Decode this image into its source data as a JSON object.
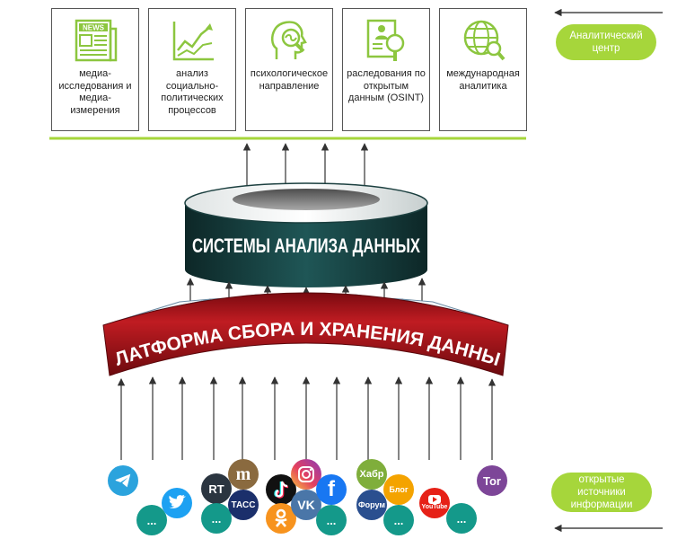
{
  "header": {
    "analytics_center": "Аналитический центр"
  },
  "cards": [
    {
      "label": "медиа-исследования и медиа-измерения",
      "icon": "newspaper-icon",
      "badge": "NEWS"
    },
    {
      "label": "анализ социально-политических процессов",
      "icon": "growth-chart-icon"
    },
    {
      "label": "психологическое направление",
      "icon": "head-magnifier-icon"
    },
    {
      "label": "раследования по открытым данным (OSINT)",
      "icon": "document-search-icon"
    },
    {
      "label": "международная аналитика",
      "icon": "globe-search-icon"
    }
  ],
  "systems": {
    "title": "СИСТЕМЫ АНАЛИЗА ДАННЫХ"
  },
  "platform": {
    "title": "ПЛАТФОРМА СБОРА И ХРАНЕНИЯ ДАННЫХ"
  },
  "footer": {
    "open_sources": "открытые источники информации"
  },
  "sources": [
    {
      "name": "telegram",
      "icon": "telegram-icon"
    },
    {
      "name": "ellipsis",
      "text": "...",
      "icon": "ellipsis-icon"
    },
    {
      "name": "twitter",
      "icon": "twitter-icon"
    },
    {
      "name": "rt",
      "text": "RT",
      "icon": "rt-icon"
    },
    {
      "name": "ellipsis",
      "text": "...",
      "icon": "ellipsis-icon"
    },
    {
      "name": "meduza",
      "text": "m",
      "icon": "meduza-icon"
    },
    {
      "name": "tass",
      "text": "ТАСС",
      "icon": "tass-icon"
    },
    {
      "name": "tiktok",
      "icon": "tiktok-icon"
    },
    {
      "name": "odnoklassniki",
      "icon": "odnoklassniki-icon"
    },
    {
      "name": "instagram",
      "icon": "instagram-icon"
    },
    {
      "name": "vk",
      "text": "VK",
      "icon": "vk-icon"
    },
    {
      "name": "facebook",
      "text": "f",
      "icon": "facebook-icon"
    },
    {
      "name": "ellipsis",
      "text": "...",
      "icon": "ellipsis-icon"
    },
    {
      "name": "habr",
      "text": "Хабр",
      "icon": "habr-icon"
    },
    {
      "name": "forum",
      "text": "Форум",
      "icon": "forum-icon"
    },
    {
      "name": "blog",
      "text": "Блог",
      "icon": "blog-icon"
    },
    {
      "name": "ellipsis",
      "text": "...",
      "icon": "ellipsis-icon"
    },
    {
      "name": "youtube",
      "text": "YouTube",
      "icon": "youtube-icon"
    },
    {
      "name": "ellipsis",
      "text": "...",
      "icon": "ellipsis-icon"
    },
    {
      "name": "tor",
      "text": "Tor",
      "icon": "tor-icon"
    }
  ],
  "colors": {
    "accent_green": "#a6d63b",
    "icon_green": "#8cc63f",
    "systems_dark": "#123a3a",
    "platform_red": "#a5141b",
    "ellipsis_teal": "#14998a"
  }
}
